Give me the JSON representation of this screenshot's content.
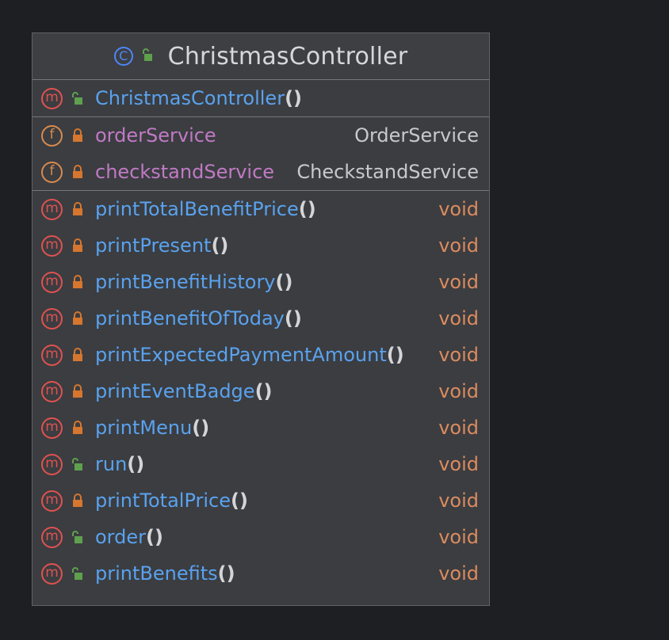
{
  "class": {
    "name": "ChristmasController",
    "kind_letter": "C"
  },
  "letters": {
    "method": "m",
    "field": "f"
  },
  "constructors": [
    {
      "name": "ChristmasController",
      "params": "()",
      "visibility": "public"
    }
  ],
  "fields": [
    {
      "name": "orderService",
      "type": "OrderService",
      "visibility": "private"
    },
    {
      "name": "checkstandService",
      "type": "CheckstandService",
      "visibility": "private"
    }
  ],
  "methods": [
    {
      "name": "printTotalBenefitPrice",
      "params": "()",
      "return": "void",
      "visibility": "private"
    },
    {
      "name": "printPresent",
      "params": "()",
      "return": "void",
      "visibility": "private"
    },
    {
      "name": "printBenefitHistory",
      "params": "()",
      "return": "void",
      "visibility": "private"
    },
    {
      "name": "printBenefitOfToday",
      "params": "()",
      "return": "void",
      "visibility": "private"
    },
    {
      "name": "printExpectedPaymentAmount",
      "params": "()",
      "return": "void",
      "visibility": "private"
    },
    {
      "name": "printEventBadge",
      "params": "()",
      "return": "void",
      "visibility": "private"
    },
    {
      "name": "printMenu",
      "params": "()",
      "return": "void",
      "visibility": "private"
    },
    {
      "name": "run",
      "params": "()",
      "return": "void",
      "visibility": "public"
    },
    {
      "name": "printTotalPrice",
      "params": "()",
      "return": "void",
      "visibility": "private"
    },
    {
      "name": "order",
      "params": "()",
      "return": "void",
      "visibility": "public"
    },
    {
      "name": "printBenefits",
      "params": "()",
      "return": "void",
      "visibility": "public"
    }
  ],
  "colors": {
    "class_icon": "#4f86f7",
    "method_icon": "#e0524f",
    "field_icon": "#d98a4e",
    "public_lock": "#5fa04e",
    "private_lock": "#d6762f",
    "method_name": "#5aa2ee",
    "field_name": "#c17ac4",
    "return_type": "#db8b5e"
  }
}
